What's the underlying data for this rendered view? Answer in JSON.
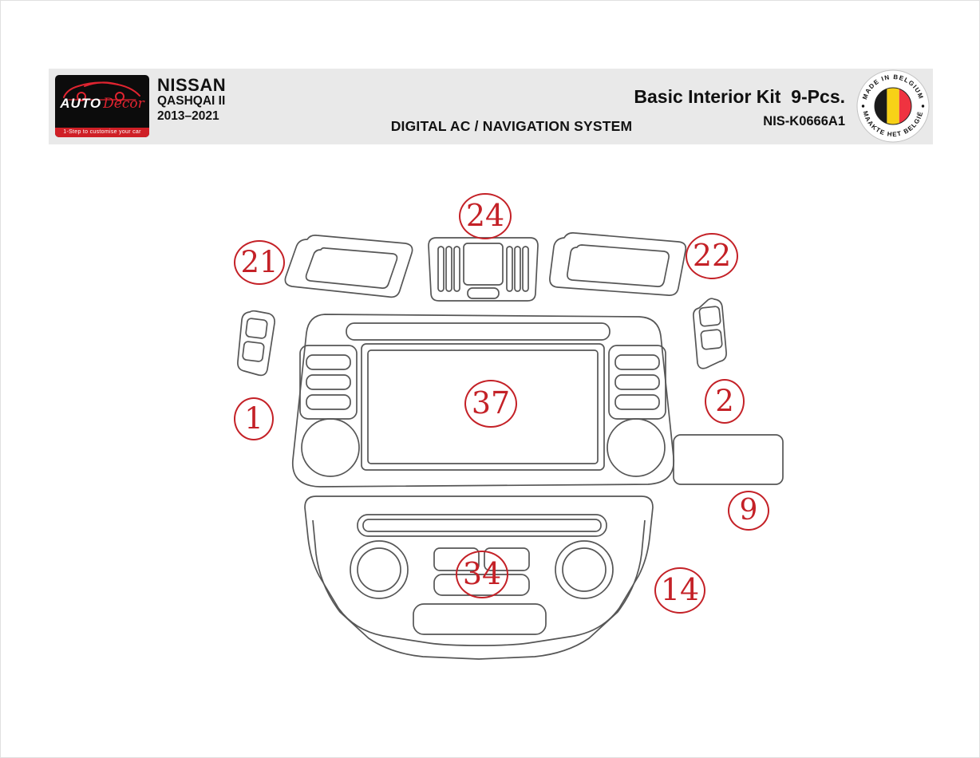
{
  "header": {
    "logo": {
      "brand_primary": "AUTO",
      "brand_script": "Decor",
      "tagline": "1-Step to customise your car"
    },
    "vehicle": {
      "make": "NISSAN",
      "model": "QASHQAI II",
      "years": "2013–2021"
    },
    "system_subtitle": "DIGITAL AC / NAVIGATION SYSTEM",
    "kit_title": "Basic Interior Kit  9-Pcs.",
    "part_number": "NIS-K0666A1",
    "badge": {
      "top_text": "MADE IN BELGIUM",
      "bottom_text": "MAAKTE HET BELGIË",
      "flag_colors": [
        "#1a1a1a",
        "#f7d117",
        "#ef3340"
      ]
    }
  },
  "diagram": {
    "description": "Dash trim kit piece outlines with numbered callouts",
    "callouts": [
      {
        "id": "piece-21",
        "label": "21"
      },
      {
        "id": "piece-24",
        "label": "24"
      },
      {
        "id": "piece-22",
        "label": "22"
      },
      {
        "id": "piece-1",
        "label": "1"
      },
      {
        "id": "piece-37",
        "label": "37"
      },
      {
        "id": "piece-2",
        "label": "2"
      },
      {
        "id": "piece-9",
        "label": "9"
      },
      {
        "id": "piece-34",
        "label": "34"
      },
      {
        "id": "piece-14",
        "label": "14"
      }
    ]
  },
  "colors": {
    "callout_red": "#c42127",
    "outline_gray": "#565656",
    "header_bg": "#e9e9e9",
    "logo_red": "#cf1f26"
  }
}
